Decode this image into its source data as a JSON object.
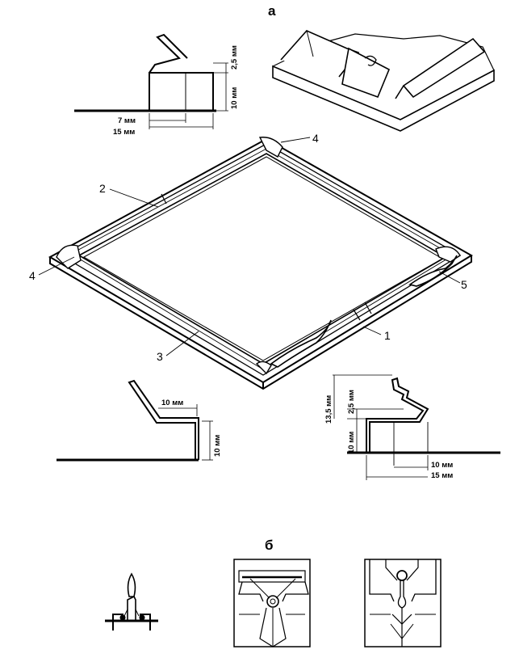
{
  "labels": {
    "a": "а",
    "b": "б",
    "n1": "1",
    "n2": "2",
    "n3": "3",
    "n4_top": "4",
    "n4_left": "4",
    "n5": "5"
  },
  "dims_top_left": {
    "d2_5": "2,5 мм",
    "d10": "10 мм",
    "d7": "7 мм",
    "d15": "15 мм"
  },
  "dims_bottom_left": {
    "d10_h": "10 мм",
    "d10_v": "10 мм"
  },
  "dims_bottom_right": {
    "d13_5": "13,5 мм",
    "d2_5": "2,5 мм",
    "d10_v": "10 мм",
    "d10_h": "10 мм",
    "d15": "15 мм"
  }
}
